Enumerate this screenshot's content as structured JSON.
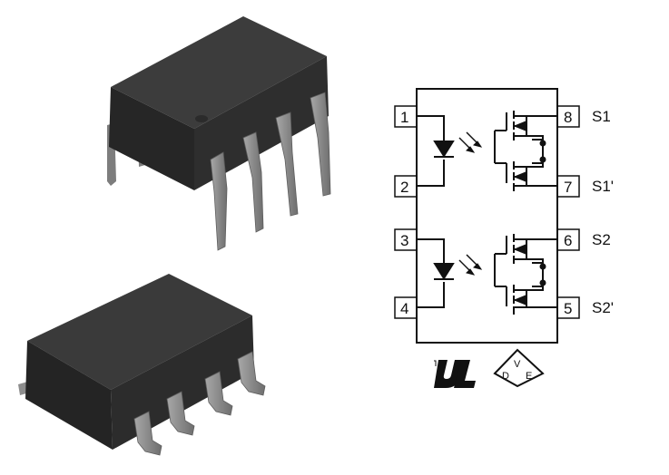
{
  "pins": [
    {
      "num": "1",
      "name": ""
    },
    {
      "num": "2",
      "name": ""
    },
    {
      "num": "3",
      "name": ""
    },
    {
      "num": "4",
      "name": ""
    },
    {
      "num": "5",
      "name": "S2'"
    },
    {
      "num": "6",
      "name": "S2"
    },
    {
      "num": "7",
      "name": "S1'"
    },
    {
      "num": "8",
      "name": "S1"
    }
  ],
  "vde_mark": {
    "left": "D",
    "top": "V",
    "right": "E"
  },
  "icons": [
    "dip8-package-icon",
    "smd8-package-icon",
    "led-icon",
    "mosfet-icon",
    "ul-recognized-icon",
    "vde-icon"
  ],
  "colors": {
    "package_body": "#2a2a2a",
    "package_top": "#3a3a3a",
    "lead": "#8c8c8c",
    "line": "#111111"
  }
}
